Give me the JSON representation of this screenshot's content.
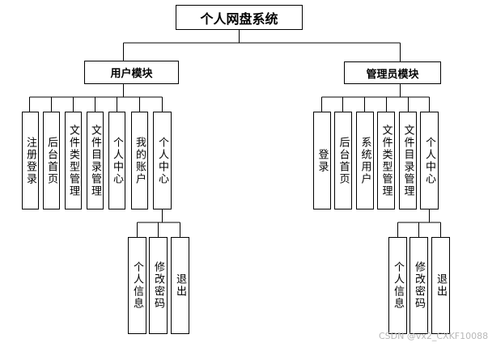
{
  "root": {
    "title": "个人网盘系统"
  },
  "modules": [
    {
      "title": "用户模块",
      "items": [
        "注册登录",
        "后台首页",
        "文件类型管理",
        "文件目录管理",
        "个人中心",
        "我的账户",
        "个人中心"
      ],
      "sub_items": [
        "个人信息",
        "修改密码",
        "退出"
      ]
    },
    {
      "title": "管理员模块",
      "items": [
        "登录",
        "后台首页",
        "系统用户",
        "文件类型管理",
        "文件目录管理",
        "个人中心"
      ],
      "sub_items": [
        "个人信息",
        "修改密码",
        "退出"
      ]
    }
  ],
  "watermark": "CSDN @vx2_CXKF10088"
}
